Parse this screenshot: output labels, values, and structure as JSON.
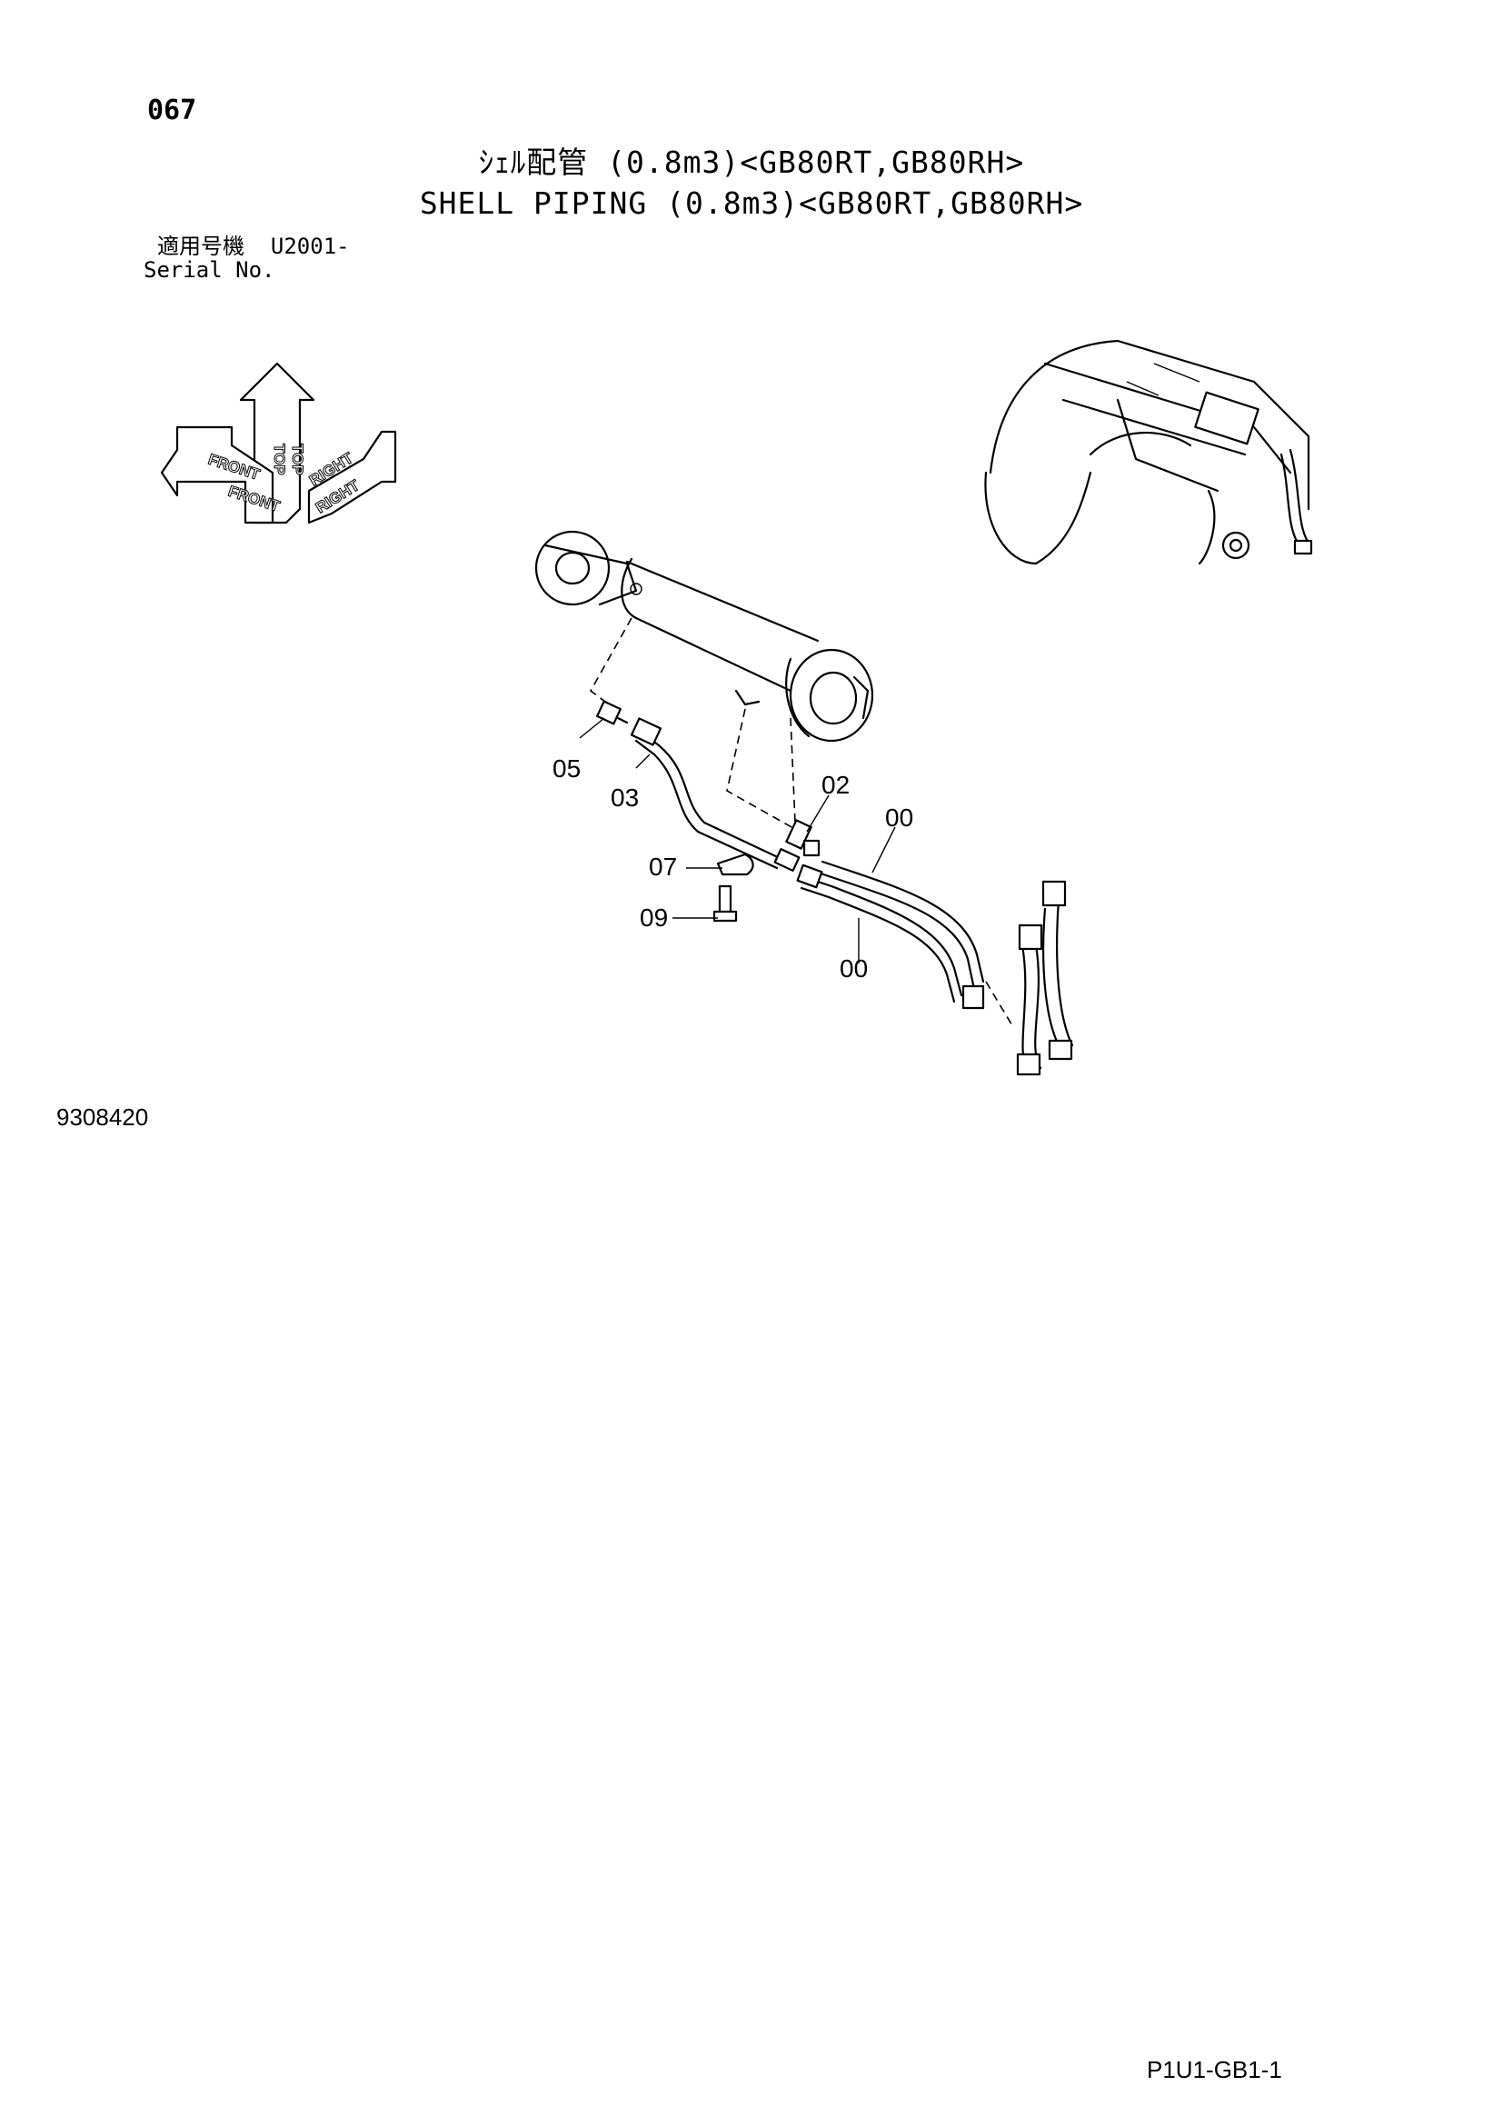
{
  "header": {
    "page_number": "067",
    "title_jp": "ｼｪﾙ配管 (0.8m3)<GB80RT,GB80RH>",
    "title_en": "SHELL PIPING (0.8m3)<GB80RT,GB80RH>",
    "serial_label_jp": "適用号機",
    "serial_value": "U2001-",
    "serial_label_en": "Serial No."
  },
  "orientation": {
    "front": "FRONT",
    "top": "TOP",
    "right": "RIGHT"
  },
  "callouts": [
    "05",
    "03",
    "02",
    "00",
    "07",
    "09",
    "00"
  ],
  "footer": {
    "drawing_number": "9308420",
    "page_code": "P1U1-GB1-1"
  }
}
